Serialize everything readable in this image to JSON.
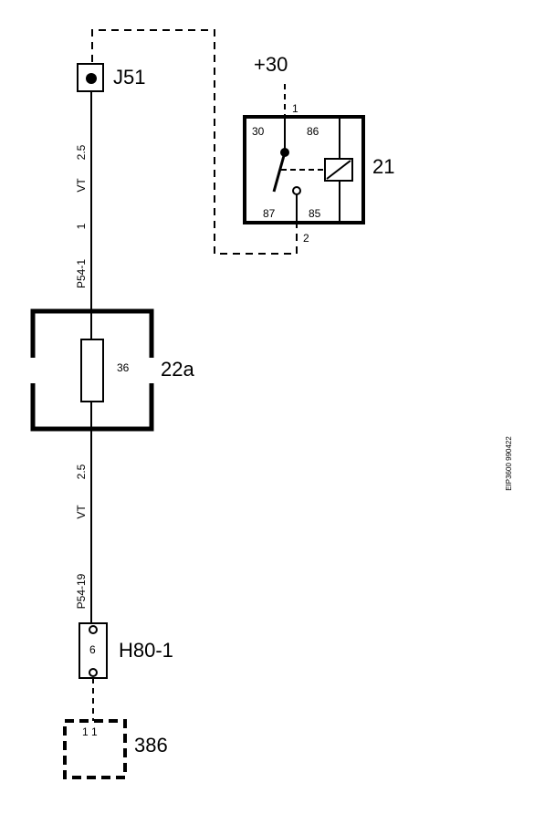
{
  "components": {
    "j51": "J51",
    "plus30": "+30",
    "relay": "21",
    "fusebox": "22a",
    "fuse_number": "36",
    "connector": "H80-1",
    "connector_pin": "6",
    "ground_component": "386",
    "ground_pin": "1 1"
  },
  "relay_pins": {
    "top_pin": "1",
    "bottom_pin": "2",
    "p30": "30",
    "p86": "86",
    "p87": "87",
    "p85": "85"
  },
  "wire_upper": {
    "size": "2.5",
    "color": "VT",
    "index": "1",
    "ref": "P54-1"
  },
  "wire_lower": {
    "size": "2.5",
    "color": "VT",
    "ref": "P54-19"
  },
  "doc_code": "EIP3600 990422",
  "colors": {
    "line": "#000000",
    "background": "#ffffff"
  }
}
